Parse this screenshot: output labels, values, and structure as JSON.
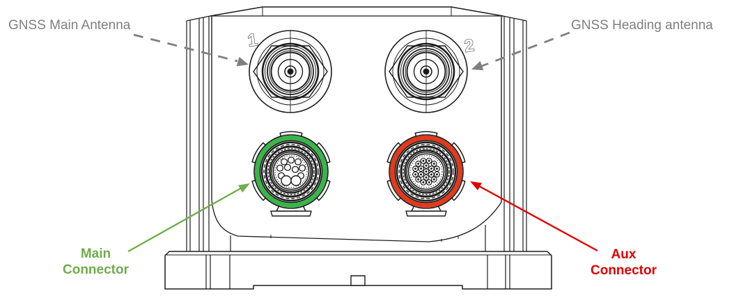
{
  "page": {
    "background": "#ffffff"
  },
  "labels": {
    "gnss_main_antenna": "GNSS Main Antenna",
    "gnss_heading_antenna": "GNSS Heading antenna",
    "main_connector": {
      "line1": "Main",
      "line2": "Connector"
    },
    "aux_connector": {
      "line1": "Aux",
      "line2": "Connector"
    },
    "antenna_port_1": "1",
    "antenna_port_2": "2"
  },
  "colors": {
    "line_art": "#1c1c1c",
    "label_gray": "#7f7f7f",
    "main_green_text": "#6fad4b",
    "main_green_ring": "#3ab54a",
    "aux_red_text": "#e00000",
    "aux_red_ring": "#e23a1d"
  },
  "connectors": {
    "main": {
      "small_pins": 9,
      "large_pins": 2
    },
    "aux": {
      "pin_rings": [
        12,
        6,
        1
      ]
    }
  }
}
